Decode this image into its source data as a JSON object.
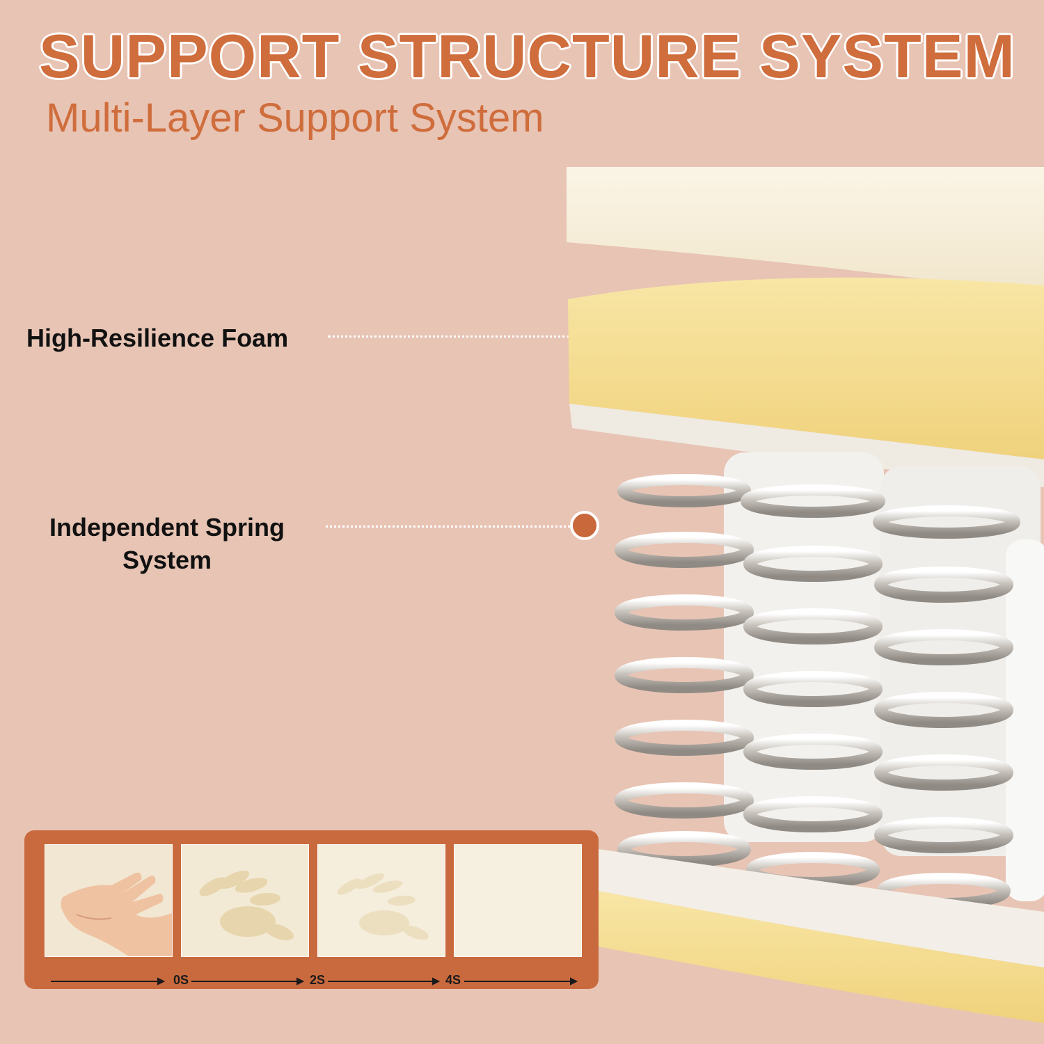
{
  "header": {
    "title": "SUPPORT STRUCTURE SYSTEM",
    "subtitle": "Multi-Layer Support System"
  },
  "callouts": {
    "foam_label": "High-Resilience Foam",
    "spring_label_line1": "Independent Spring",
    "spring_label_line2": "System"
  },
  "recovery_panel": {
    "frames": [
      {
        "icon": "hand-press-icon"
      },
      {
        "icon": "handprint-deep-icon"
      },
      {
        "icon": "handprint-faint-icon"
      },
      {
        "icon": "foam-recovered-icon"
      }
    ],
    "ticks": [
      "0S",
      "2S",
      "4S"
    ]
  },
  "colors": {
    "background": "#e8c4b4",
    "accent": "#cf6d3c",
    "panel": "#c96a3e",
    "foam_yellow": "#f3dc8f",
    "foam_cream": "#f7eedb"
  }
}
